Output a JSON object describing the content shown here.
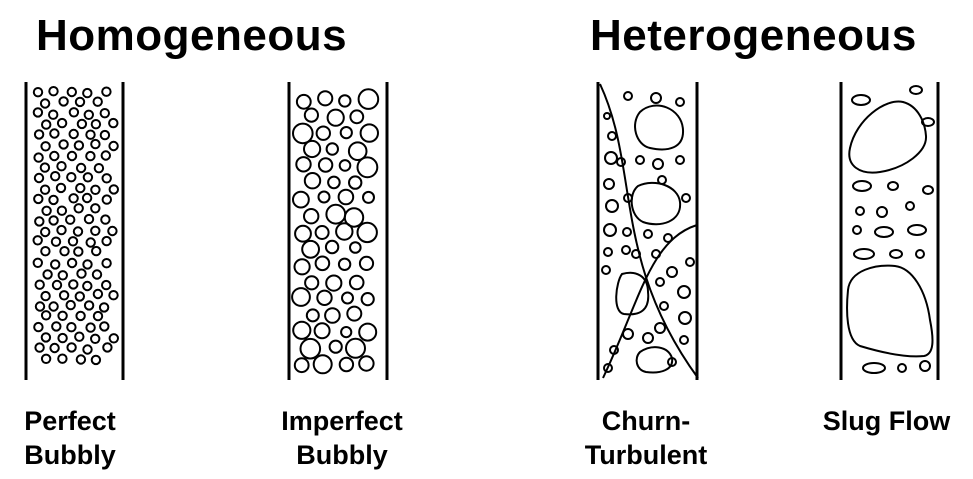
{
  "headings": {
    "homogeneous": "Homogeneous",
    "heterogeneous": "Heterogeneous"
  },
  "regimes": [
    {
      "line1": "Perfect",
      "line2": "Bubbly"
    },
    {
      "line1": "Imperfect",
      "line2": "Bubbly"
    },
    {
      "line1": "Churn-",
      "line2": "Turbulent"
    },
    {
      "line1": "Slug Flow",
      "line2": ""
    }
  ],
  "colors": {
    "ink": "#000000",
    "background": "#ffffff"
  }
}
